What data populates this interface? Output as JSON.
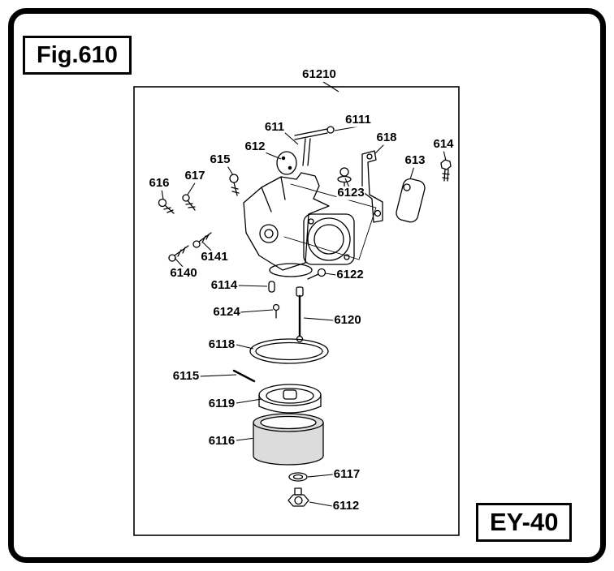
{
  "figure": {
    "title": "Fig.610",
    "model": "EY-40"
  },
  "labels": {
    "61210": "61210",
    "611": "611",
    "6111": "6111",
    "612": "612",
    "615": "615",
    "616": "616",
    "617": "617",
    "618": "618",
    "613": "613",
    "614": "614",
    "6123": "6123",
    "6140": "6140",
    "6141": "6141",
    "6122": "6122",
    "6114": "6114",
    "6124": "6124",
    "6120": "6120",
    "6118": "6118",
    "6115": "6115",
    "6119": "6119",
    "6116": "6116",
    "6117": "6117",
    "6112": "6112"
  }
}
